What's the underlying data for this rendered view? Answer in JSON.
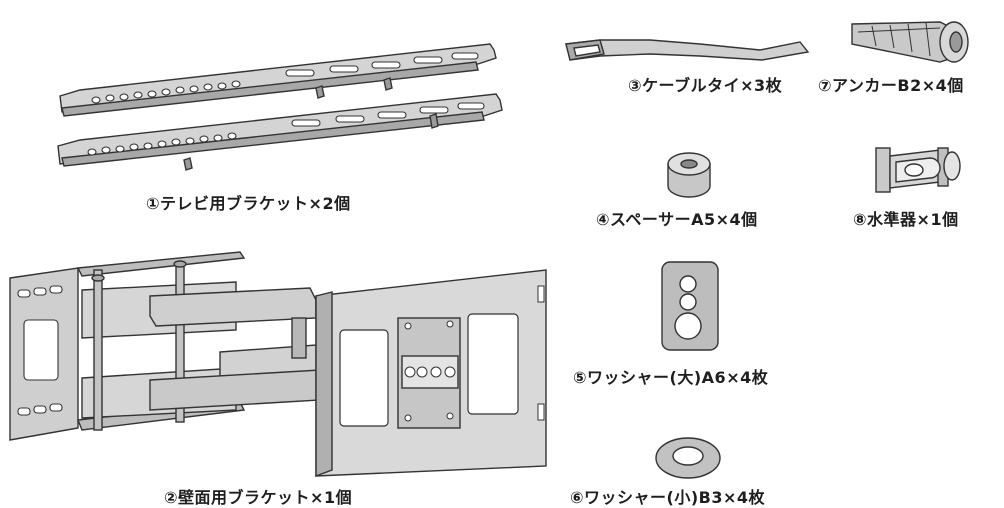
{
  "parts": [
    {
      "id": "tv-bracket",
      "label": "①テレビ用ブラケット×2個"
    },
    {
      "id": "wall-bracket",
      "label": "②壁面用ブラケット×1個"
    },
    {
      "id": "cable-tie",
      "label": "③ケーブルタイ×3枚"
    },
    {
      "id": "spacer",
      "label": "④スペーサーA5×4個"
    },
    {
      "id": "washer-large",
      "label": "⑤ワッシャー(大)A6×4枚"
    },
    {
      "id": "washer-small",
      "label": "⑥ワッシャー(小)B3×4枚"
    },
    {
      "id": "anchor",
      "label": "⑦アンカーB2×4個"
    },
    {
      "id": "level",
      "label": "⑧水準器×1個"
    }
  ],
  "colors": {
    "metal_light": "#d9d9d9",
    "metal_mid": "#bdbdbd",
    "metal_dark": "#8a8a8a",
    "outline": "#333333"
  }
}
